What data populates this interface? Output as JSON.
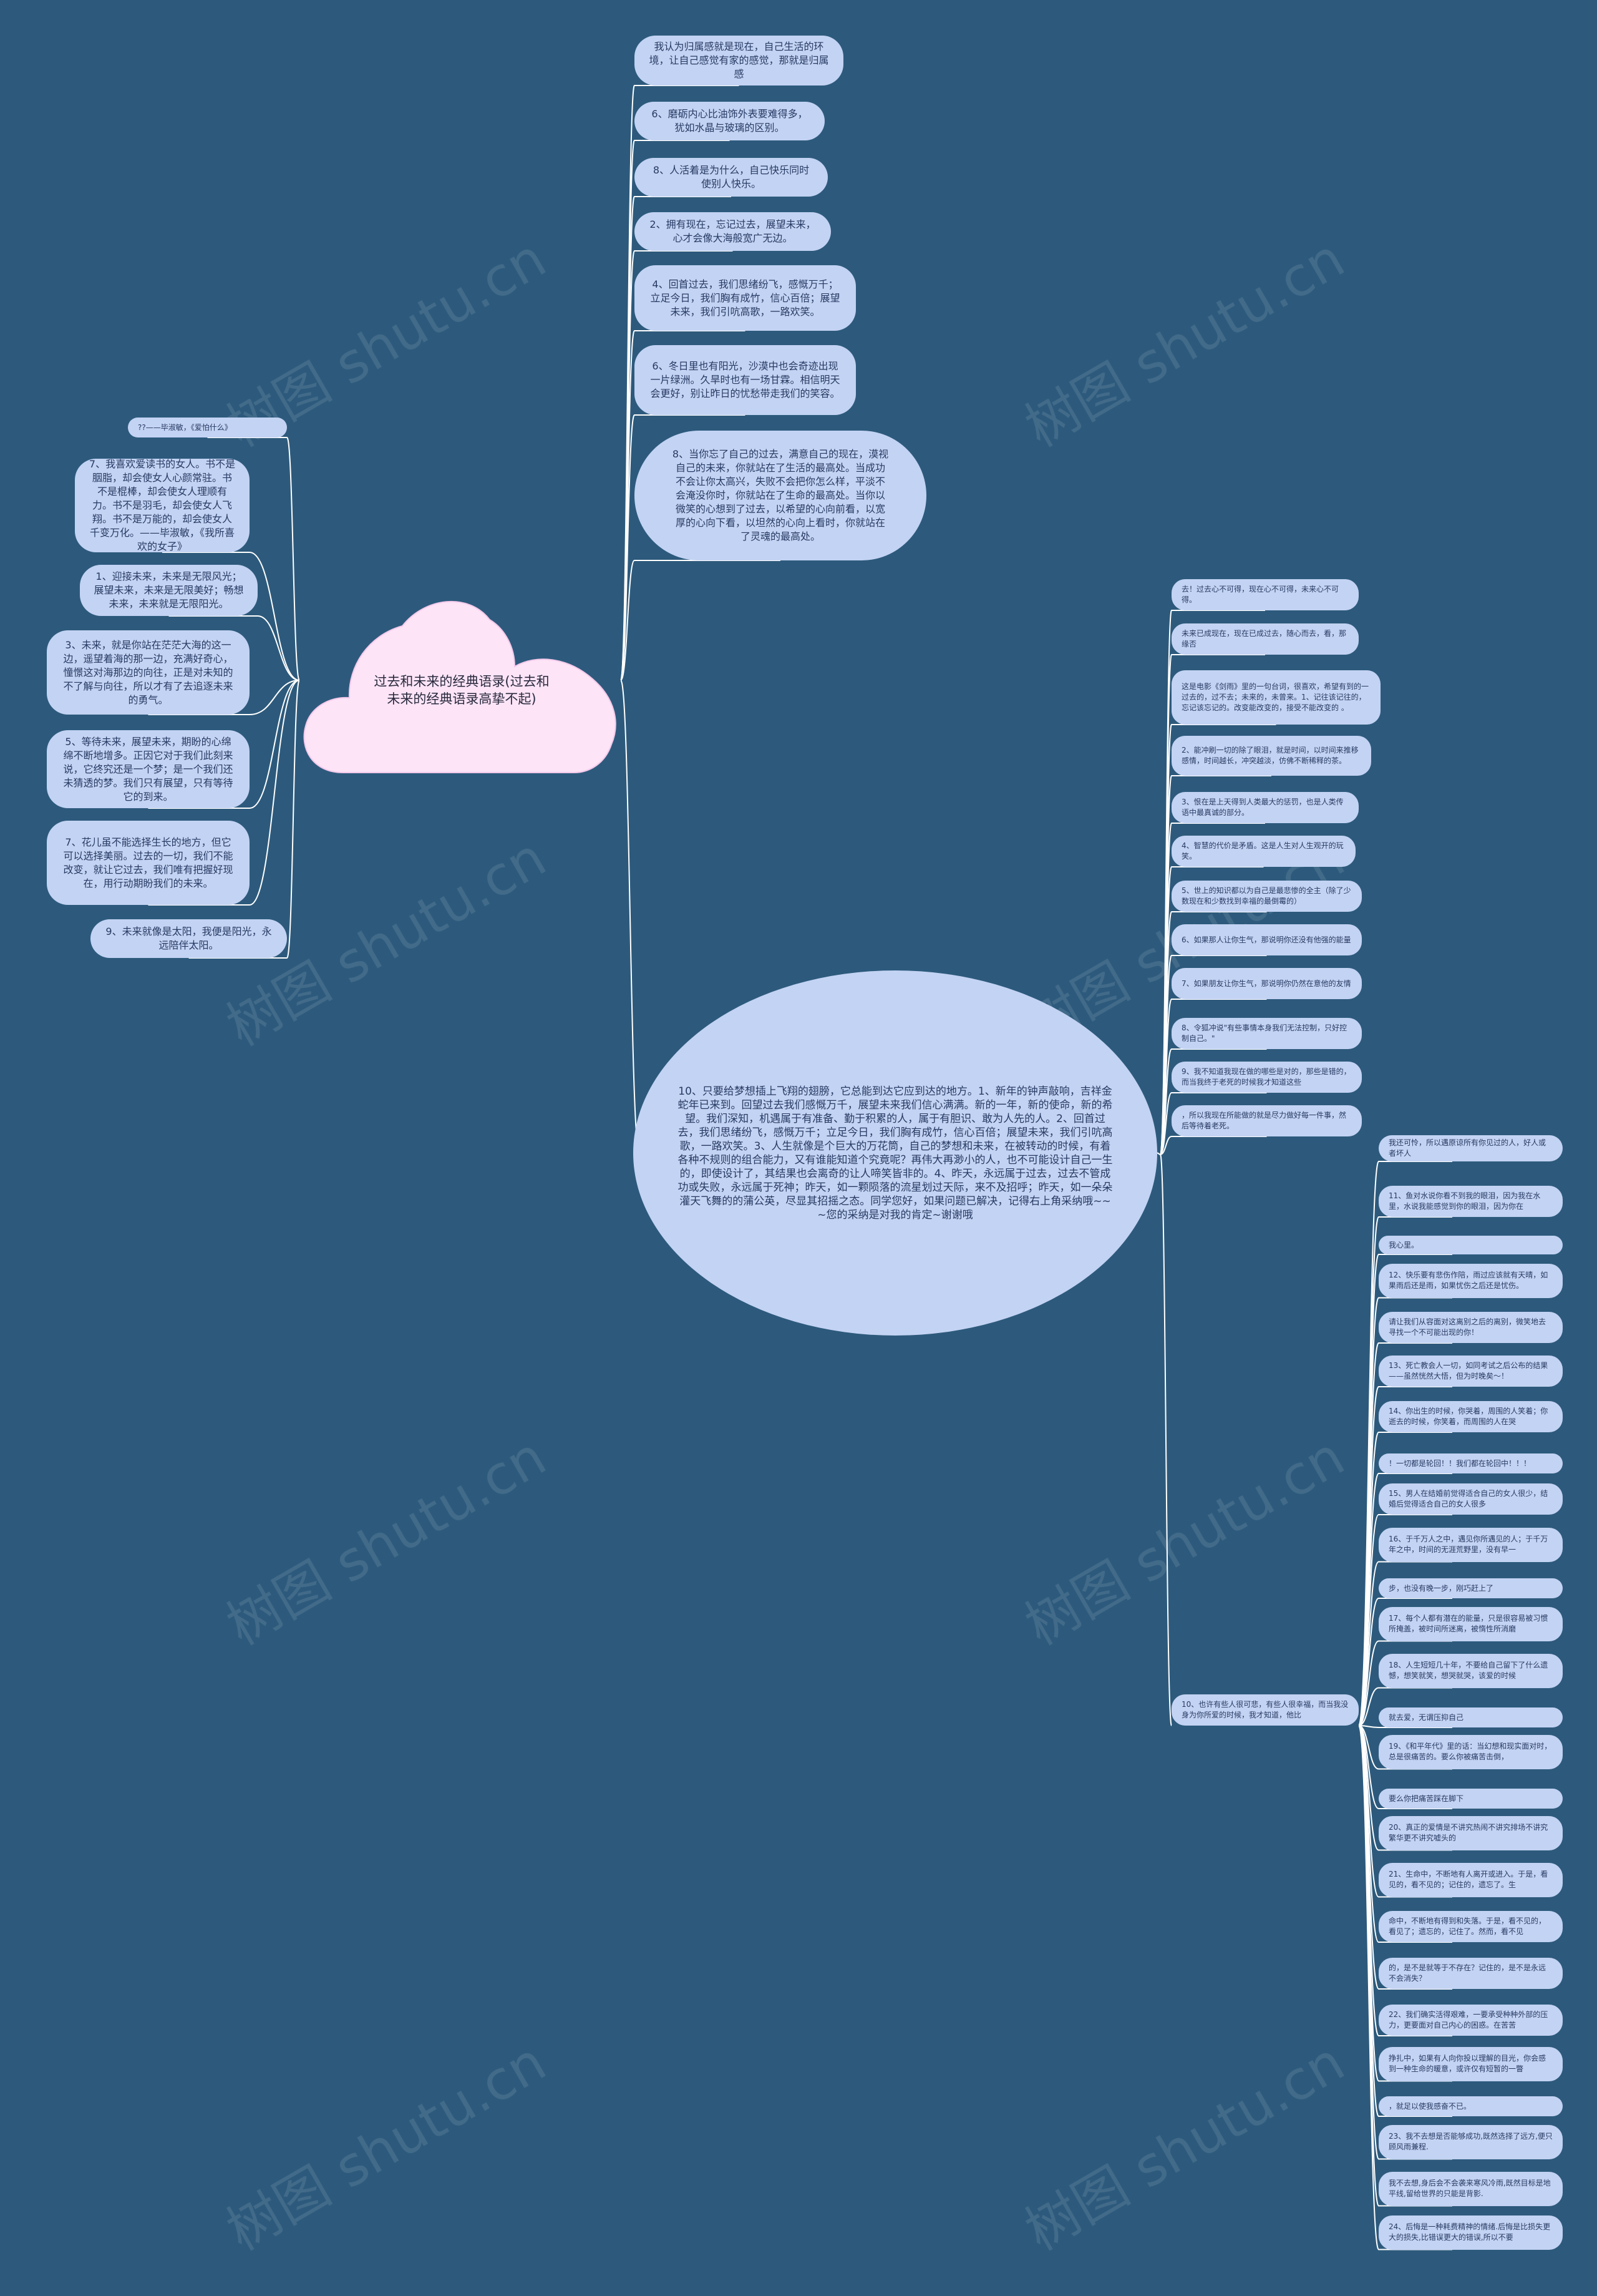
{
  "root": {
    "title": "过去和未来的经典语录(过去和未来的经典语录高挚不起)"
  },
  "watermark": "树图 shutu.cn",
  "colors": {
    "background": "#2d5a7c",
    "node": "#c3d3f3",
    "root": "#fde4f7",
    "line": "#ffffff"
  },
  "topBranch": [
    "我认为归属感就是现在，自己生活的环境，让自己感觉有家的感觉，那就是归属感",
    "6、磨砺内心比油饰外表要难得多，犹如水晶与玻璃的区别。",
    "8、人活着是为什么，自己快乐同时使别人快乐。",
    "2、拥有现在，忘记过去，展望未来，心才会像大海般宽广无边。",
    "4、回首过去，我们思绪纷飞，感慨万千；立足今日，我们胸有成竹，信心百倍；展望未来，我们引吭高歌，一路欢笑。",
    "6、冬日里也有阳光，沙漠中也会奇迹出现一片绿洲。久旱时也有一场甘霖。相信明天会更好，别让昨日的忧愁带走我们的笑容。",
    "8、当你忘了自己的过去，满意自己的现在，漠视自己的未来，你就站在了生活的最高处。当成功不会让你太高兴，失败不会把你怎么样，平淡不会淹没你时，你就站在了生命的最高处。当你以微笑的心想到了过去，以希望的心向前看，以宽厚的心向下看，以坦然的心向上看时，你就站在了灵魂的最高处。"
  ],
  "leftBranch": [
    "??——毕淑敏，《爱怕什么》",
    "7、我喜欢爱读书的女人。书不是胭脂，却会使女人心颜常驻。书不是棍棒，却会使女人理顺有力。书不是羽毛，却会使女人飞翔。书不是万能的，却会使女人千变万化。——毕淑敏，《我所喜欢的女子》",
    "1、迎接未来，未来是无限风光；展望未来，未来是无限美好；畅想未来，未来就是无限阳光。",
    "3、未来，就是你站在茫茫大海的这一边，遥望着海的那一边，充满好奇心，憧憬这对海那边的向往，正是对未知的不了解与向往，所以才有了去追逐未来的勇气。",
    "5、等待未来，展望未来，期盼的心绵绵不断地增多。正因它对于我们此刻来说，它终究还是一个梦；是一个我们还未猜透的梦。我们只有展望，只有等待它的到来。",
    "7、花儿虽不能选择生长的地方，但它可以选择美丽。过去的一切，我们不能改变，就让它过去，我们唯有把握好现在，用行动期盼我们的未来。",
    "9、未来就像是太阳，我便是阳光，永远陪伴太阳。"
  ],
  "bigNode": "10、只要给梦想插上飞翔的翅膀，它总能到达它应到达的地方。1、新年的钟声敲响，吉祥金蛇年已来到。回望过去我们感慨万千，展望未来我们信心满满。新的一年，新的使命，新的希望。我们深知，机遇属于有准备、勤于积累的人，属于有胆识、敢为人先的人。2、回首过去，我们思绪纷飞，感慨万千；立足今日，我们胸有成竹，信心百倍；展望未来，我们引吭高歌，一路欢笑。3、人生就像是个巨大的万花筒，自己的梦想和未来，在被转动的时候，有着各种不规则的组合能力，又有谁能知道个究竟呢？再伟大再渺小的人，也不可能设计自己一生的，即使设计了，其结果也会离奇的让人啼笑皆非的。4、昨天，永远属于过去，过去不管成功或失败，永远属于死神；昨天，如一颗陨落的流星划过天际，来不及招呼；昨天，如一朵朵灌天飞舞的的蒲公英，尽显其招摇之态。同学您好，如果问题已解决，记得右上角采纳哦~~~您的采纳是对我的肯定~谢谢哦",
  "upperRight": [
    "去！过去心不可得，现在心不可得，未来心不可得。",
    "未来已成现在，现在已成过去，随心而去，看，那缘否",
    "这是电影《剑雨》里的一句台词，很喜欢，希望有到的一过去的，过不去；未来的，未曾来。1、记往该记往的，忘记该忘记的。改变能改变的，接受不能改变的 。",
    "2、能冲刷一切的除了眼泪，就是时间，以时间来推移感情，时间越长，冲突越淡，仿佛不断稀释的茶。",
    "3、恨在是上天得到人类最大的惩罚，也是人类传语中最真诚的部分。",
    "4、智慧的代价是矛盾。这是人生对人生观开的玩笑。",
    "5、世上的知识都以为自己是最悲惨的全主（除了少数现在和少数找到幸福的最倒霉的）",
    "6、如果那人让你生气，那说明你还没有他强的能量",
    "7、如果朋友让你生气，那说明你仍然在意他的友情",
    "8、令狐冲说\"有些事情本身我们无法控制，只好控制自己。\"",
    "9、我不知道我现在做的哪些是对的，那些是错的，而当我终于老死的时候我才知道这些",
    "，所以我现在所能做的就是尽力做好每一件事，然后等待着老死。"
  ],
  "lowerHub": "10、也许有些人很可悲，有些人很幸福，而当我没身为你所爱的时候，我才知道，他比",
  "lowerRight": [
    "我还可怜，所以遇原谅所有你见过的人，好人或者坏人",
    "11、鱼对水说你看不到我的眼泪，因为我在水里，水说我能感觉到你的眼泪，因为你在",
    "我心里。",
    "12、快乐要有悲伤作陪，雨过应该就有天晴，如果雨后还是雨，如果忧伤之后还是忧伤。",
    "请让我们从容面对这离别之后的离别，微笑地去寻找一个不可能出现的你！",
    "13、死亡教会人一切，如同考试之后公布的结果——虽然恍然大悟，但为时晚矣～！",
    "14、你出生的时候，你哭着，周围的人笑着；你逝去的时候，你笑着，而周围的人在哭",
    "！一切都是轮回！！我们都在轮回中！！！",
    "15、男人在结婚前觉得适合自己的女人很少，结婚后觉得适合自己的女人很多",
    "16、于千万人之中，遇见你所遇见的人；于千万年之中，时间的无涯荒野里，没有早一",
    "步，也没有晚一步，刚巧赶上了",
    "17、每个人都有潜在的能量，只是很容易被习惯所掩盖，被时间所迷离，被惰性所消磨",
    "18、人生短短几十年，不要给自己留下了什么遗憾，想笑就笑，想哭就哭，该爱的时候",
    "就去爱，无谓压抑自己",
    "19、《和平年代》里的话：当幻想和现实面对时，总是很痛苦的。要么你被痛苦击倒，",
    "要么你把痛苦踩在脚下",
    "20、真正的爱情是不讲究热闹不讲究排场不讲究繁华更不讲究嘘头的",
    "21、生命中，不断地有人离开或进入。于是，看见的，看不见的；记住的，遗忘了。生",
    "命中，不断地有得到和失落。于是，看不见的，看见了；遗忘的，记住了。然而，看不见",
    "的，是不是就等于不存在？记住的，是不是永远不会消失？",
    "22、我们确实活得艰难，一要承受种种外部的压力，更要面对自己内心的困惑。在苦苦",
    "挣扎中，如果有人向你投以理解的目光，你会感到一种生命的暖意，或许仅有短暂的一瞥",
    "，就足以使我感奋不已。",
    "23、我不去想是否能够成功,既然选择了远方,便只顾风雨兼程.",
    "我不去想,身后会不会袭来寒风冷雨,既然目标是地平线,留给世界的只能是背影.",
    "24、后悔是一种耗费精神的情绪.后悔是比损失更大的损失,比错误更大的错误,所以不要"
  ]
}
